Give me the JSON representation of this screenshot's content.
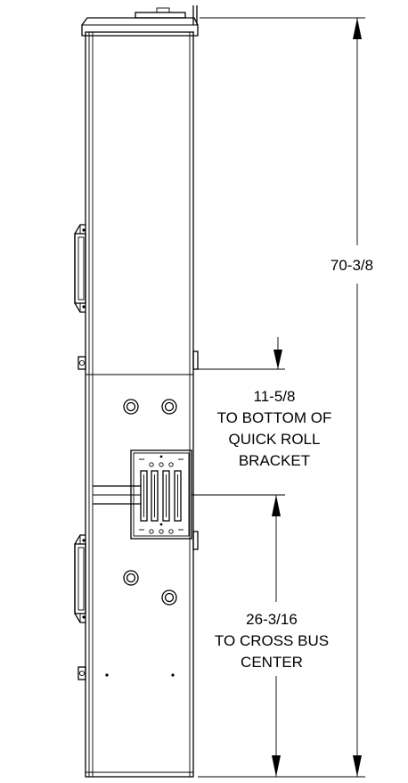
{
  "dimensions": {
    "overall_height": "70-3/8",
    "bracket": {
      "value": "11-5/8",
      "line1": "TO BOTTOM OF",
      "line2": "QUICK ROLL",
      "line3": "BRACKET"
    },
    "cross_bus": {
      "value": "26-3/16",
      "line1": "TO CROSS BUS",
      "line2": "CENTER"
    }
  }
}
